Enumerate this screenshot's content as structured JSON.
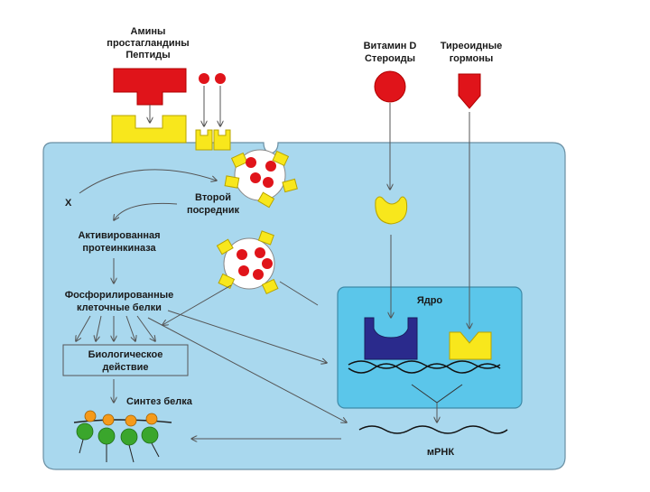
{
  "labels": {
    "top_left_line1": "Амины",
    "top_left_line2": "простагландины",
    "top_left_line3": "Пептиды",
    "vitamin_line1": "Витамин D",
    "vitamin_line2": "Стероиды",
    "thyroid_line1": "Тиреоидные",
    "thyroid_line2": "гормоны",
    "x": "X",
    "second_messenger_line1": "Второй",
    "second_messenger_line2": "посредник",
    "kinase_line1": "Активированная",
    "kinase_line2": "протеинкиназа",
    "phospho_line1": "Фосфорилированные",
    "phospho_line2": "клеточные белки",
    "bio_line1": "Биологическое",
    "bio_line2": "действие",
    "protein_synthesis": "Синтез белка",
    "nucleus": "Ядро",
    "mrna": "мРНК"
  },
  "colors": {
    "cell": "#a9d8ee",
    "cell_border": "#6a8fa3",
    "nucleus": "#5bc6ea",
    "hormone_red": "#e0141a",
    "receptor_yellow": "#f8e71c",
    "receptor_navy": "#2a2a8c",
    "ribosome_orange": "#f59a1a",
    "ribosome_green": "#3aa62c",
    "arrow": "#555555"
  }
}
